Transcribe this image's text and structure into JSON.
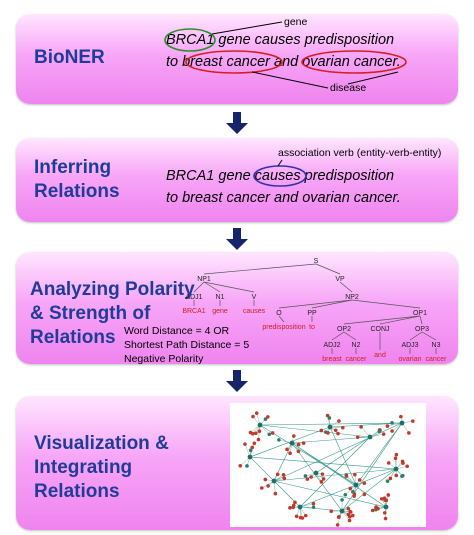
{
  "stages": [
    {
      "title": "BioNER"
    },
    {
      "title": "Inferring\nRelations"
    },
    {
      "title": "Analyzing Polarity\n& Strength of\nRelations"
    },
    {
      "title": "Visualization &\nIntegrating\nRelations"
    }
  ],
  "bioner": {
    "sentence_line1": "BRCA1 gene causes predisposition",
    "sentence_line2": "to breast cancer and ovarian cancer.",
    "note_gene": "gene",
    "note_disease": "disease",
    "circle_colors": {
      "gene": "#2e8b2e",
      "disease": "#d42020"
    }
  },
  "inferring": {
    "sentence_line1": "BRCA1 gene causes predisposition",
    "sentence_line2": "to breast cancer and ovarian cancer.",
    "note_verb": "association verb (entity-verb-entity)",
    "circle_color": "#3333aa"
  },
  "polarity": {
    "lines": [
      "Word Distance = 4 OR",
      "Shortest Path Distance = 5",
      "Negative Polarity"
    ],
    "tree": {
      "labels": [
        "S",
        "NP1",
        "VP",
        "ADJ1",
        "N1",
        "V",
        "NP2",
        "O",
        "PP",
        "OP1",
        "OP2",
        "CONJ",
        "OP3",
        "ADJ2",
        "N2",
        "ADJ3",
        "N3"
      ],
      "words": [
        "BRCA1",
        "gene",
        "causes",
        "predisposition",
        "to",
        "breast",
        "cancer",
        "and",
        "ovarian",
        "cancer"
      ],
      "word_color": "#cc2222"
    }
  },
  "colors": {
    "title": "#1f3c9a",
    "arrow": "#16246b",
    "stage_light": "#ffe6ff",
    "stage_dark": "#ef84ef"
  },
  "icons": {
    "down_arrow": "down-arrow-icon"
  }
}
